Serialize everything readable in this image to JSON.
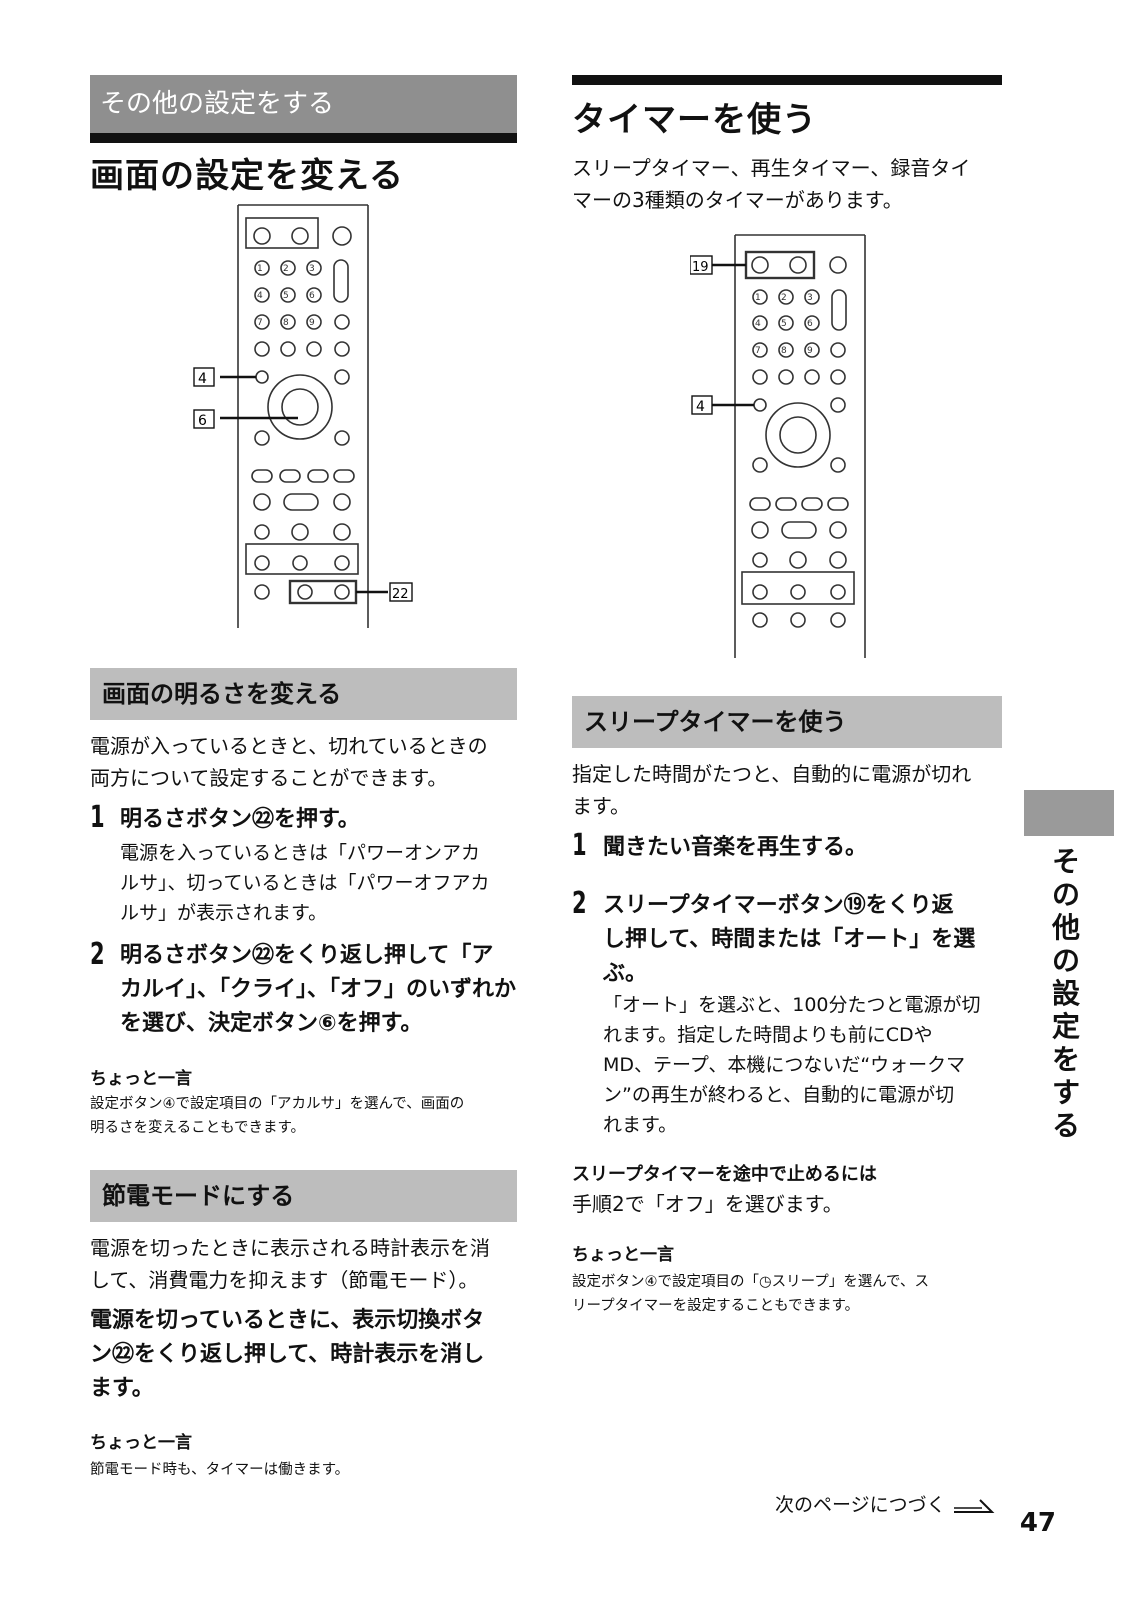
{
  "section_label": "その他の設定をする",
  "left": {
    "title": "画面の設定を変える",
    "callouts": [
      "4",
      "6",
      "22"
    ],
    "brightness": {
      "heading": "画面の明るさを変える",
      "intro": [
        "電源が入っているときと、切れているときの",
        "両方について設定することができます。"
      ],
      "steps": [
        {
          "num": "1",
          "lines": [
            "明るさボタン㉒を押す。"
          ],
          "sub": [
            "電源を入っているときは「パワーオンアカ",
            "ルサ」、切っているときは「パワーオフアカ",
            "ルサ」が表示されます。"
          ]
        },
        {
          "num": "2",
          "lines": [
            "明るさボタン㉒をくり返し押して「ア",
            "カルイ」、「クライ」、「オフ」のいずれか",
            "を選び、決定ボタン⑥を押す。"
          ]
        }
      ],
      "hint_heading": "ちょっと一言",
      "hint": [
        "設定ボタン④で設定項目の「アカルサ」を選んで、画面の",
        "明るさを変えることもできます。"
      ]
    },
    "eco": {
      "heading": "節電モードにする",
      "intro": [
        "電源を切ったときに表示される時計表示を消",
        "して、消費電力を抑えます（節電モード）。"
      ],
      "instruction": [
        "電源を切っているときに、表示切換ボタ",
        "ン㉒をくり返し押して、時計表示を消し",
        "ます。"
      ],
      "hint_heading": "ちょっと一言",
      "hint": [
        "節電モード時も、タイマーは働きます。"
      ]
    }
  },
  "right": {
    "title": "タイマーを使う",
    "intro": [
      "スリープタイマー、再生タイマー、録音タイ",
      "マーの3種類のタイマーがあります。"
    ],
    "callouts": [
      "19",
      "4"
    ],
    "sleep": {
      "heading": "スリープタイマーを使う",
      "intro": [
        "指定した時間がたつと、自動的に電源が切れ",
        "ます。"
      ],
      "steps": [
        {
          "num": "1",
          "lines": [
            "聞きたい音楽を再生する。"
          ]
        },
        {
          "num": "2",
          "lines": [
            "スリープタイマーボタン⑲をくり返",
            "し押して、時間または「オート」を選",
            "ぶ。"
          ],
          "sub": [
            "「オート」を選ぶと、100分たつと電源が切",
            "れます。指定した時間よりも前にCDや",
            "MD、テープ、本機につないだ“ウォークマ",
            "ン”の再生が終わると、自動的に電源が切",
            "れます。"
          ]
        }
      ],
      "stop_heading": "スリープタイマーを途中で止めるには",
      "stop_text": "手順2で「オフ」を選びます。",
      "hint_heading": "ちょっと一言",
      "hint": [
        "設定ボタン④で設定項目の「◷スリープ」を選んで、ス",
        "リープタイマーを設定することもできます。"
      ]
    }
  },
  "side_tab": [
    "そ",
    "の",
    "他",
    "の",
    "設",
    "定",
    "を",
    "す",
    "る"
  ],
  "next_page": "次のページにつづく",
  "page_number": "47"
}
